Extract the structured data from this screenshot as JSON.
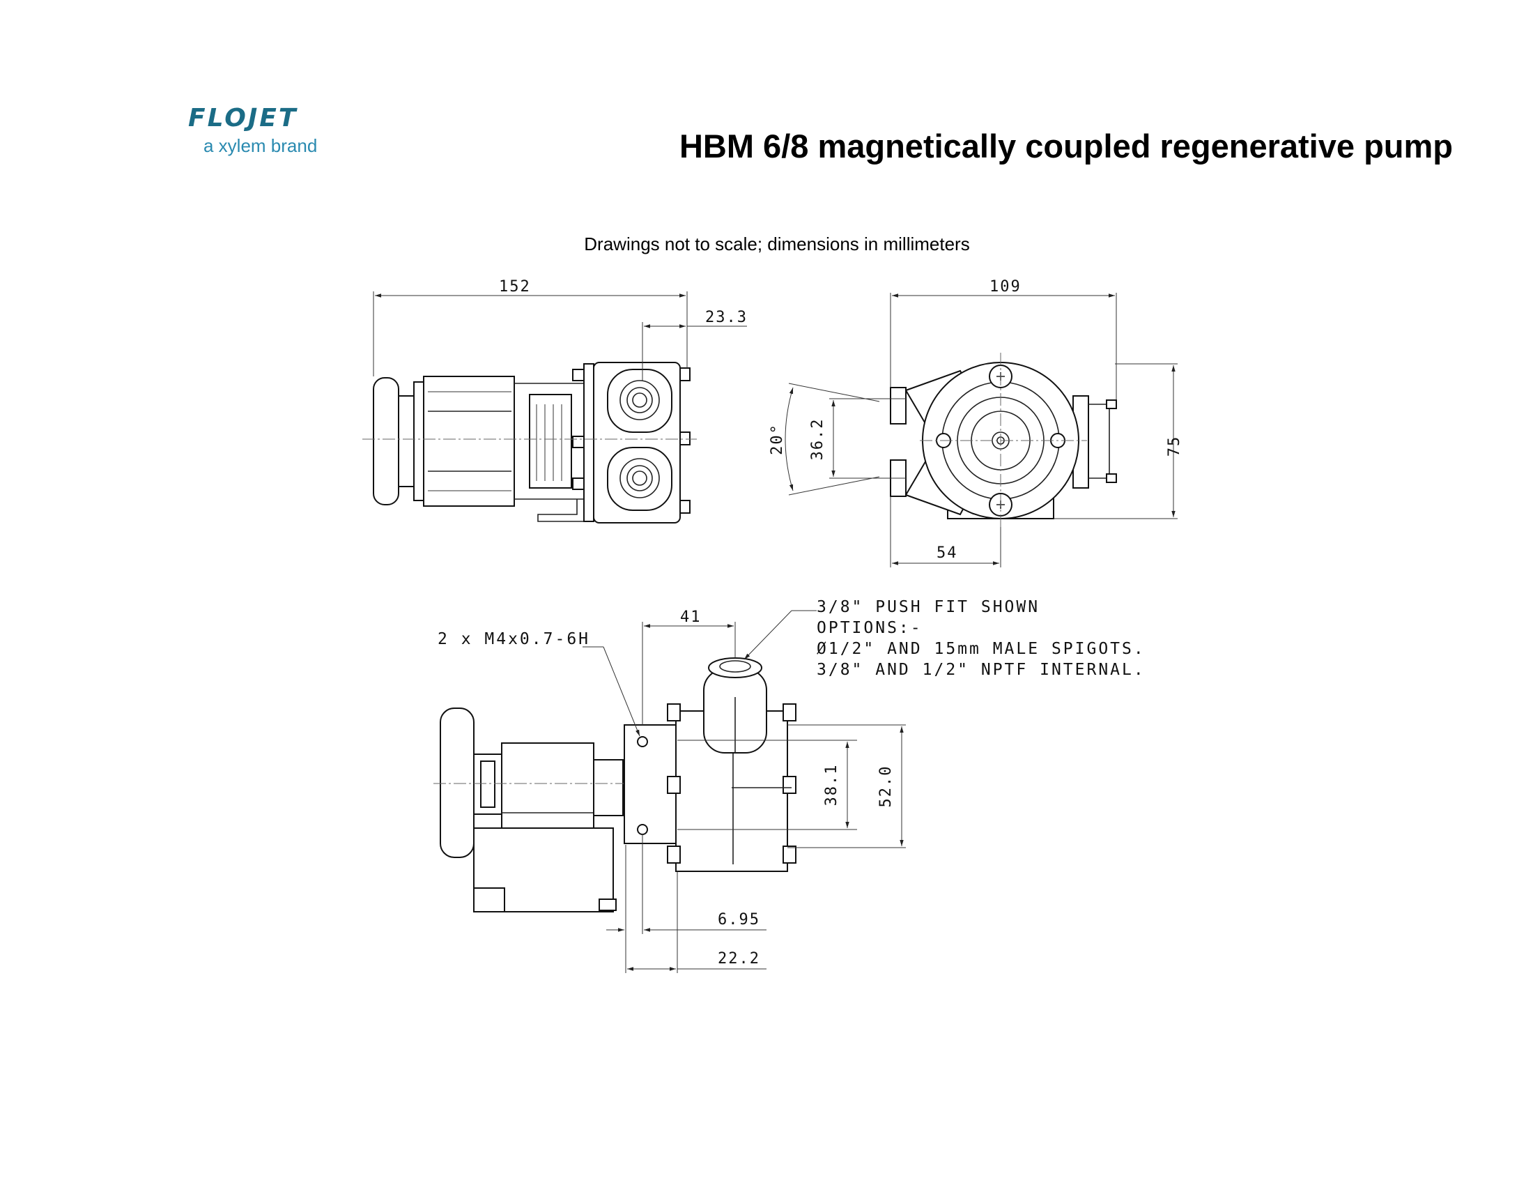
{
  "header": {
    "logo_word": "FLOJET",
    "logo_tagline": "a xylem brand",
    "title": "HBM 6/8 magnetically coupled regenerative pump"
  },
  "subtitle": "Drawings not to scale; dimensions in millimeters",
  "dimensions": {
    "side_length": "152",
    "side_port_offset": "23.3",
    "front_width": "109",
    "front_height": "75",
    "front_port_angle": "20°",
    "front_port_spacing": "36.2",
    "front_base_offset": "54",
    "top_port_offset": "41",
    "thread_callout": "2 x M4x0.7-6H",
    "port_spacing": "38.1",
    "body_height": "52.0",
    "flange_offset": "6.95",
    "mount_offset": "22.2"
  },
  "port_note": {
    "line1": "3/8\" PUSH FIT SHOWN",
    "line2": "OPTIONS:-",
    "line3": "Ø1/2\" AND 15mm MALE SPIGOTS.",
    "line4": "3/8\" AND 1/2\" NPTF INTERNAL."
  }
}
